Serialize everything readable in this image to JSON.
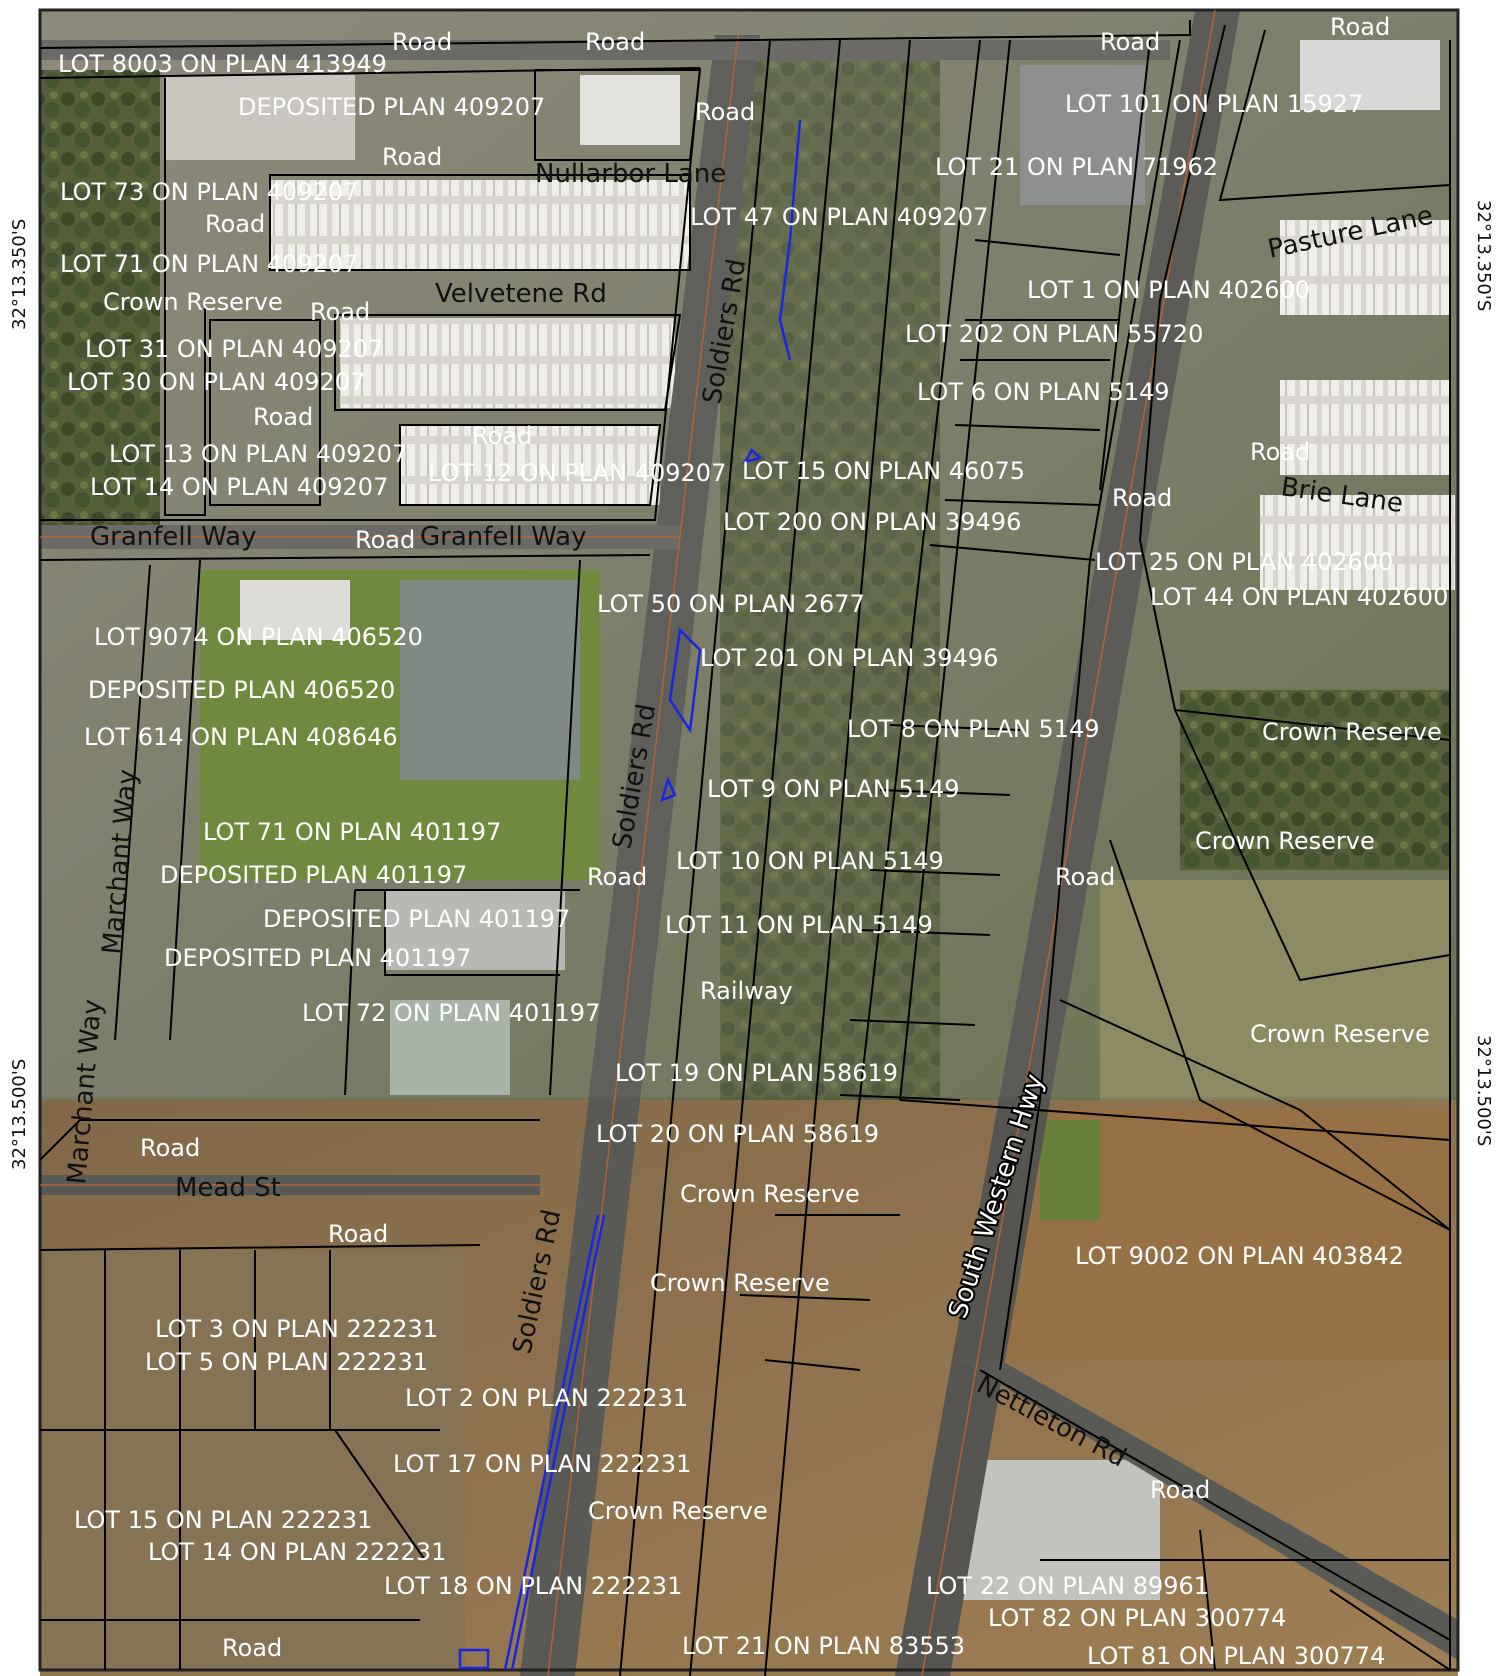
{
  "coordinates": {
    "top_left": "32°13.350'S",
    "top_right": "32°13.350'S",
    "bottom_left": "32°13.500'S",
    "bottom_right": "32°13.500'S"
  },
  "roads": {
    "soldiers_rd_1": "Soldiers Rd",
    "soldiers_rd_2": "Soldiers Rd",
    "soldiers_rd_3": "Soldiers Rd",
    "velvetene_rd": "Velvetene Rd",
    "nullarbor_lane": "Nullarbor Lane",
    "granfell_way_1": "Granfell Way",
    "granfell_way_2": "Granfell Way",
    "marchant_way_1": "Marchant Way",
    "marchant_way_2": "Marchant Way",
    "mead_st": "Mead St",
    "south_western_hwy": "South Western Hwy",
    "nettleton_rd": "Nettleton Rd",
    "pasture_lane": "Pasture Lane",
    "brie_lane": "Brie Lane"
  },
  "parcels": [
    "LOT 8003 ON PLAN 413949",
    "Road",
    "Road",
    "Road",
    "Road",
    "DEPOSITED PLAN 409207",
    "Road",
    "Road",
    "LOT 101 ON PLAN 15927",
    "LOT 21 ON PLAN 71962",
    "LOT 73 ON PLAN 409207",
    "Road",
    "LOT 47 ON PLAN 409207",
    "LOT 71 ON PLAN 409207",
    "Crown Reserve",
    "Road",
    "LOT 1 ON PLAN 402600",
    "LOT 31 ON PLAN 409207",
    "LOT 202 ON PLAN 55720",
    "LOT 30 ON PLAN 409207",
    "Road",
    "LOT 6 ON PLAN 5149",
    "Road",
    "LOT 13 ON PLAN 409207",
    "LOT 12 ON PLAN 409207",
    "LOT 15 ON PLAN 46075",
    "Road",
    "LOT 14 ON PLAN 409207",
    "Road",
    "LOT 200 ON PLAN 39496",
    "Road",
    "LOT 25 ON PLAN 402600",
    "LOT 44 ON PLAN 402600",
    "LOT 50 ON PLAN 2677",
    "LOT 9074 ON PLAN 406520",
    "LOT 201 ON PLAN 39496",
    "DEPOSITED PLAN 406520",
    "LOT 8 ON PLAN 5149",
    "Crown Reserve",
    "LOT 614 ON PLAN 408646",
    "LOT 9 ON PLAN 5149",
    "LOT 71 ON PLAN 401197",
    "Crown Reserve",
    "LOT 10 ON PLAN 5149",
    "DEPOSITED PLAN 401197",
    "Road",
    "Road",
    "DEPOSITED PLAN 401197",
    "LOT 11 ON PLAN 5149",
    "DEPOSITED PLAN 401197",
    "Railway",
    "LOT 72 ON PLAN 401197",
    "Crown Reserve",
    "LOT 19 ON PLAN 58619",
    "LOT 20 ON PLAN 58619",
    "Road",
    "Crown Reserve",
    "Road",
    "LOT 9002 ON PLAN 403842",
    "Crown Reserve",
    "LOT 3 ON PLAN 222231",
    "LOT 5 ON PLAN 222231",
    "LOT 2 ON PLAN 222231",
    "LOT 17 ON PLAN 222231",
    "Road",
    "Crown Reserve",
    "LOT 15 ON PLAN 222231",
    "LOT 14 ON PLAN 222231",
    "LOT 18 ON PLAN 222231",
    "LOT 22 ON PLAN 89961",
    "LOT 82 ON PLAN 300774",
    "Road",
    "LOT 21 ON PLAN 83553",
    "LOT 81 ON PLAN 300774"
  ],
  "colors": {
    "urban": "#8c8a7a",
    "bush": "#4a5a34",
    "dry": "#a9875a",
    "grass": "#6f8a3e",
    "parcel_line": "#000000",
    "survey_line": "#1a27e0"
  }
}
